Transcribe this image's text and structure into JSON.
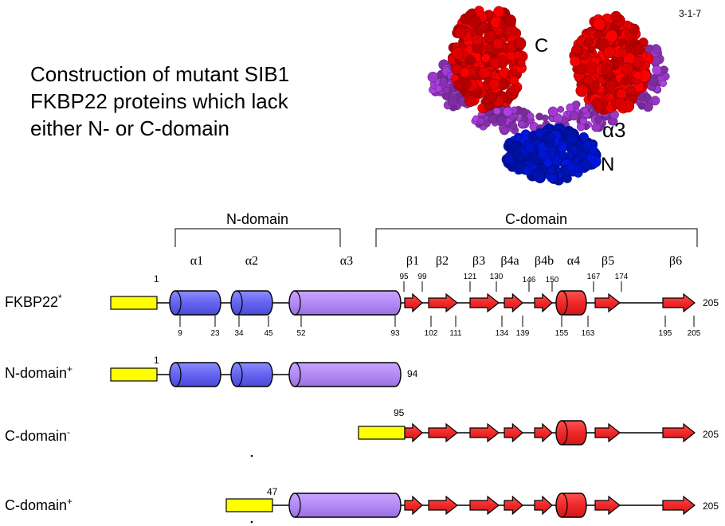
{
  "slide_number": "3-1-7",
  "title_lines": [
    "Construction of mutant SIB1",
    "FKBP22 proteins which lack",
    "either N- or C-domain"
  ],
  "structure_labels": {
    "c": "C",
    "alpha3": "α3",
    "n": "N"
  },
  "domains": {
    "n": "N-domain",
    "c": "C-domain"
  },
  "element_labels": {
    "a1": "α1",
    "a2": "α2",
    "a3": "α3",
    "b1": "β1",
    "b2": "β2",
    "b3": "β3",
    "b4a": "β4a",
    "b4b": "β4b",
    "a4": "α4",
    "b5": "β5",
    "b6": "β6"
  },
  "top_numbers": [
    "95",
    "99",
    "121",
    "130",
    "146",
    "150",
    "167",
    "174"
  ],
  "bottom_numbers": [
    "9",
    "23",
    "34",
    "45",
    "52",
    "93",
    "102",
    "111",
    "134",
    "139",
    "155",
    "163",
    "195",
    "205"
  ],
  "constructs": {
    "fkbp22": {
      "name": "FKBP22",
      "sup": "*",
      "start": "1",
      "end": "205"
    },
    "ndomain": {
      "name": "N-domain",
      "sup": "+",
      "start": "1",
      "end": "94"
    },
    "cminus": {
      "name": "C-domain",
      "sup": "-",
      "start": "95",
      "end": "205"
    },
    "cplus": {
      "name": "C-domain",
      "sup": "+",
      "start": "47",
      "end": "205"
    }
  },
  "colors": {
    "helix_n": "#6b6bf5",
    "helix_long": "#b48af5",
    "red": "#f02828",
    "tag": "#ffff00",
    "structure_red": "#e40000",
    "structure_purple": "#9b38c8",
    "structure_blue": "#0014c8"
  }
}
